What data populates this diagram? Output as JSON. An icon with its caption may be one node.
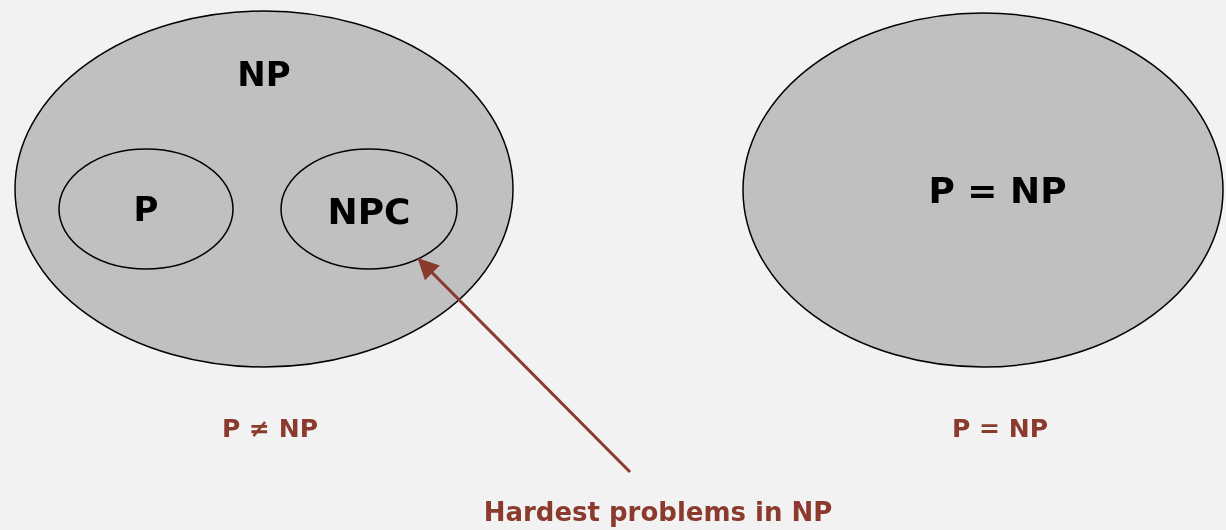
{
  "diagram": {
    "nodes": [
      {
        "text": [
          "NP"
        ],
        "beside": [
          "P ≠ NP"
        ]
      },
      {
        "text": [
          "P"
        ],
        "in": 0
      },
      {
        "text": [
          "NPC"
        ],
        "in": 0
      },
      {
        "text": [
          "P = NP"
        ],
        "beside": [
          "P = NP"
        ]
      },
      {
        "text": [
          "Hardest problems in NP"
        ]
      }
    ],
    "edges": [
      {
        "from": 4,
        "to": 2,
        "arrow": "to"
      }
    ]
  }
}
